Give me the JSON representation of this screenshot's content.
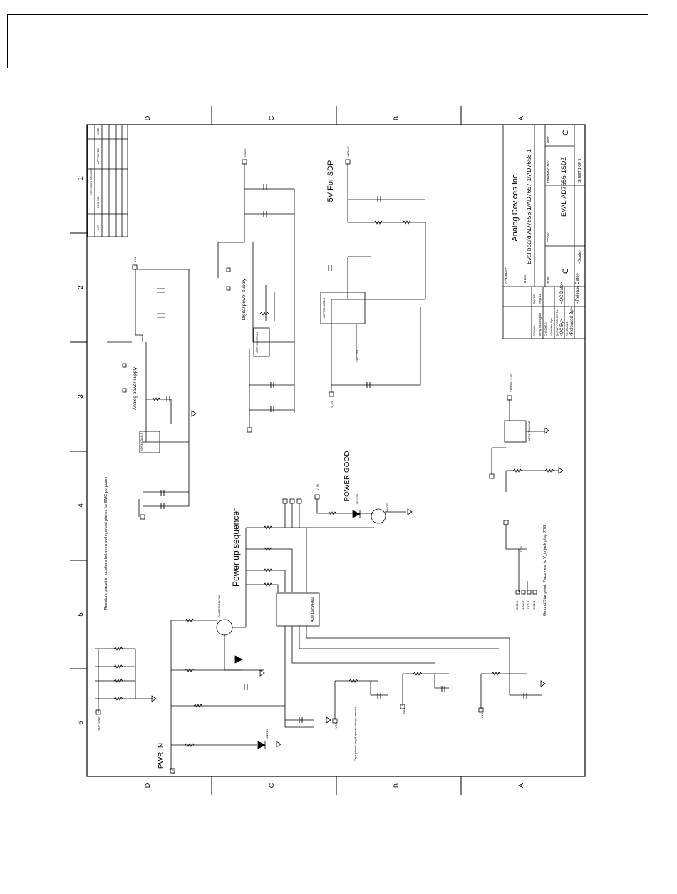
{
  "frame": {
    "zone_letters": [
      "D",
      "C",
      "B",
      "A"
    ],
    "zone_numbers": [
      "1",
      "2",
      "3",
      "4",
      "5",
      "6"
    ]
  },
  "notes": {
    "emc": "Resistors placed in locations between both ground planes for EMC purposes",
    "analog_supply": "Analog power supply",
    "digital_supply": "Digital power supply",
    "sdp": "5V For SDP",
    "power_good": "POWER GOOD",
    "sequencer": "Power up sequencer",
    "pwr_in": "PWR IN",
    "ground_star": "Ground Star point. Place near to V_in jack plug J702",
    "caps_note": "Caps placed only if specific delays needed"
  },
  "revision_block": {
    "title": "REVISION RECORD",
    "cols": [
      "LTR",
      "ECO NO:",
      "APPROVED:",
      "DATE:"
    ]
  },
  "title_block": {
    "company_label": "COMPANY:",
    "company": "Analog Devices Inc.",
    "title_label": "TITLE:",
    "title": "Eval board AD7656-1/AD7657-1/AD7658-1",
    "size_label": "SIZE:",
    "size": "C",
    "code_label": "CODE:",
    "drawing_no_label": "DRAWING NO:",
    "drawing_no": "EVAL-AD7656-1SDZ",
    "rev_label": "REV:",
    "rev": "C",
    "sheet": "SHEET 1  OF 5",
    "scale": "<Scale>",
    "drawn_label": "DRAWN:",
    "drawn": "Jenny ODonoghue",
    "checked_label": "CHECKED:",
    "checked": "<Checked By>",
    "quality_label": "QUALITY CONTROL:",
    "quality": "<QC By>",
    "released_label": "RELEASED:",
    "released": "<Released By>",
    "date_label": "DATED:",
    "qc_date": "<QC Date>",
    "released_date": "<Release Date>",
    "dated_value": "Sept 11"
  },
  "parts": {
    "adm1185": "ADM1185ARMZ",
    "adp3303_a": "ADP3303AR-5",
    "adp3303_d": "ADP3303AR-3.3",
    "u_sdp": "ADP3301ARZ-5",
    "ldo": "ADP1720ARMZ",
    "led_good": "LED702",
    "led_in": "LED701",
    "nmos": "NMOS",
    "pmos": "MMBT3904LT1G"
  },
  "nets": {
    "v_in": "V_IN",
    "vdd": "VDD",
    "vcc": "VCC",
    "vdrive": "VDRIVE",
    "dvdd": "DVDD",
    "avcc": "AVCC",
    "vss": "VSS",
    "sdp_vin": "SDP_VIN",
    "sdp_gnd": "SDP_GND",
    "v_ldo": "VDRIVE_3.3V",
    "j703": "J703",
    "j702": [
      "J702-1",
      "J702-2",
      "J702-3",
      "J702-4"
    ]
  }
}
